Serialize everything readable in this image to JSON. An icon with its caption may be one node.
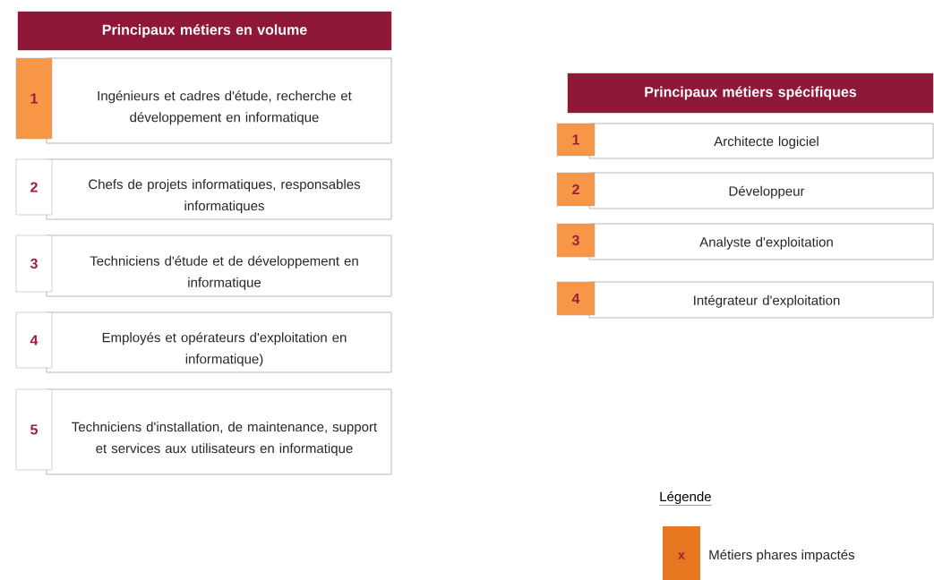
{
  "diagram": {
    "nodes": [
      {
        "text": [
          "Principaux métiers en volume"
        ]
      },
      {
        "text": [
          "1"
        ]
      },
      {
        "text": [
          "Ingénieurs et cadres d'étude, recherche et développement en informatique"
        ]
      },
      {
        "text": [
          "2"
        ]
      },
      {
        "text": [
          "Chefs de projets informatiques, responsables informatiques"
        ]
      },
      {
        "text": [
          "3"
        ]
      },
      {
        "text": [
          "Techniciens d'étude et de développement en informatique"
        ]
      },
      {
        "text": [
          "4"
        ]
      },
      {
        "text": [
          "Employés et opérateurs d'exploitation en informatique)"
        ]
      },
      {
        "text": [
          "5"
        ]
      },
      {
        "text": [
          "Techniciens d'installation, de maintenance, support et services aux utilisateurs en informatique"
        ]
      },
      {
        "text": [
          "Principaux métiers spécifiques"
        ]
      },
      {
        "text": [
          "1"
        ]
      },
      {
        "text": [
          "Architecte logiciel"
        ]
      },
      {
        "text": [
          "2"
        ]
      },
      {
        "text": [
          "Développeur"
        ]
      },
      {
        "text": [
          "3"
        ]
      },
      {
        "text": [
          "Analyste d'exploitation"
        ]
      },
      {
        "text": [
          "4"
        ]
      },
      {
        "text": [
          "Intégrateur d'exploitation"
        ]
      }
    ],
    "labels": [
      "Légende",
      "x"
    ],
    "legend": [
      {
        "text": "Métiers phares impactés",
        "color": "#e87722"
      }
    ]
  }
}
